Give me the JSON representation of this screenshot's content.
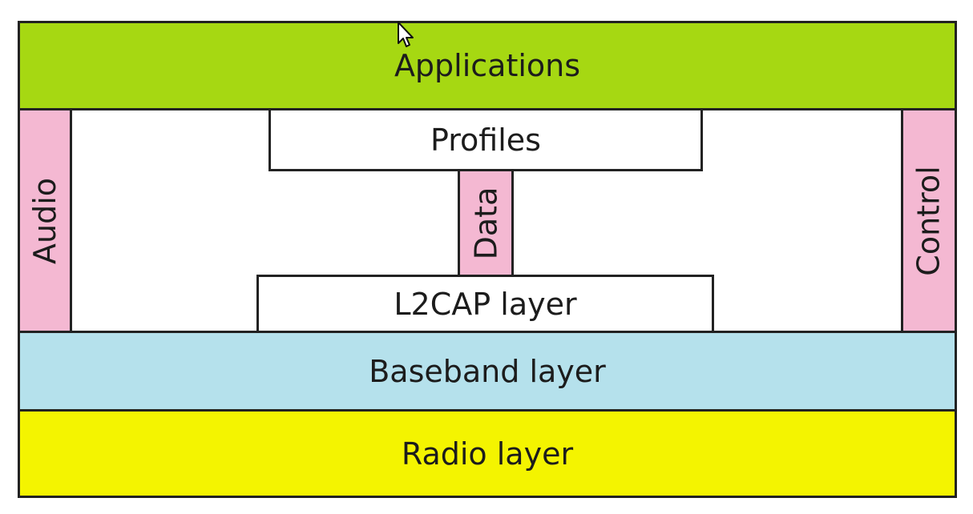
{
  "diagram": {
    "applications": "Applications",
    "profiles": "Profiles",
    "audio": "Audio",
    "data": "Data",
    "control": "Control",
    "l2cap": "L2CAP layer",
    "baseband": "Baseband layer",
    "radio": "Radio layer"
  },
  "colors": {
    "applications": "#a6d812",
    "side_bars": "#f4b8d2",
    "baseband": "#b5e1ec",
    "radio": "#f4f400"
  },
  "cursor_icon": "arrow-pointer-icon"
}
